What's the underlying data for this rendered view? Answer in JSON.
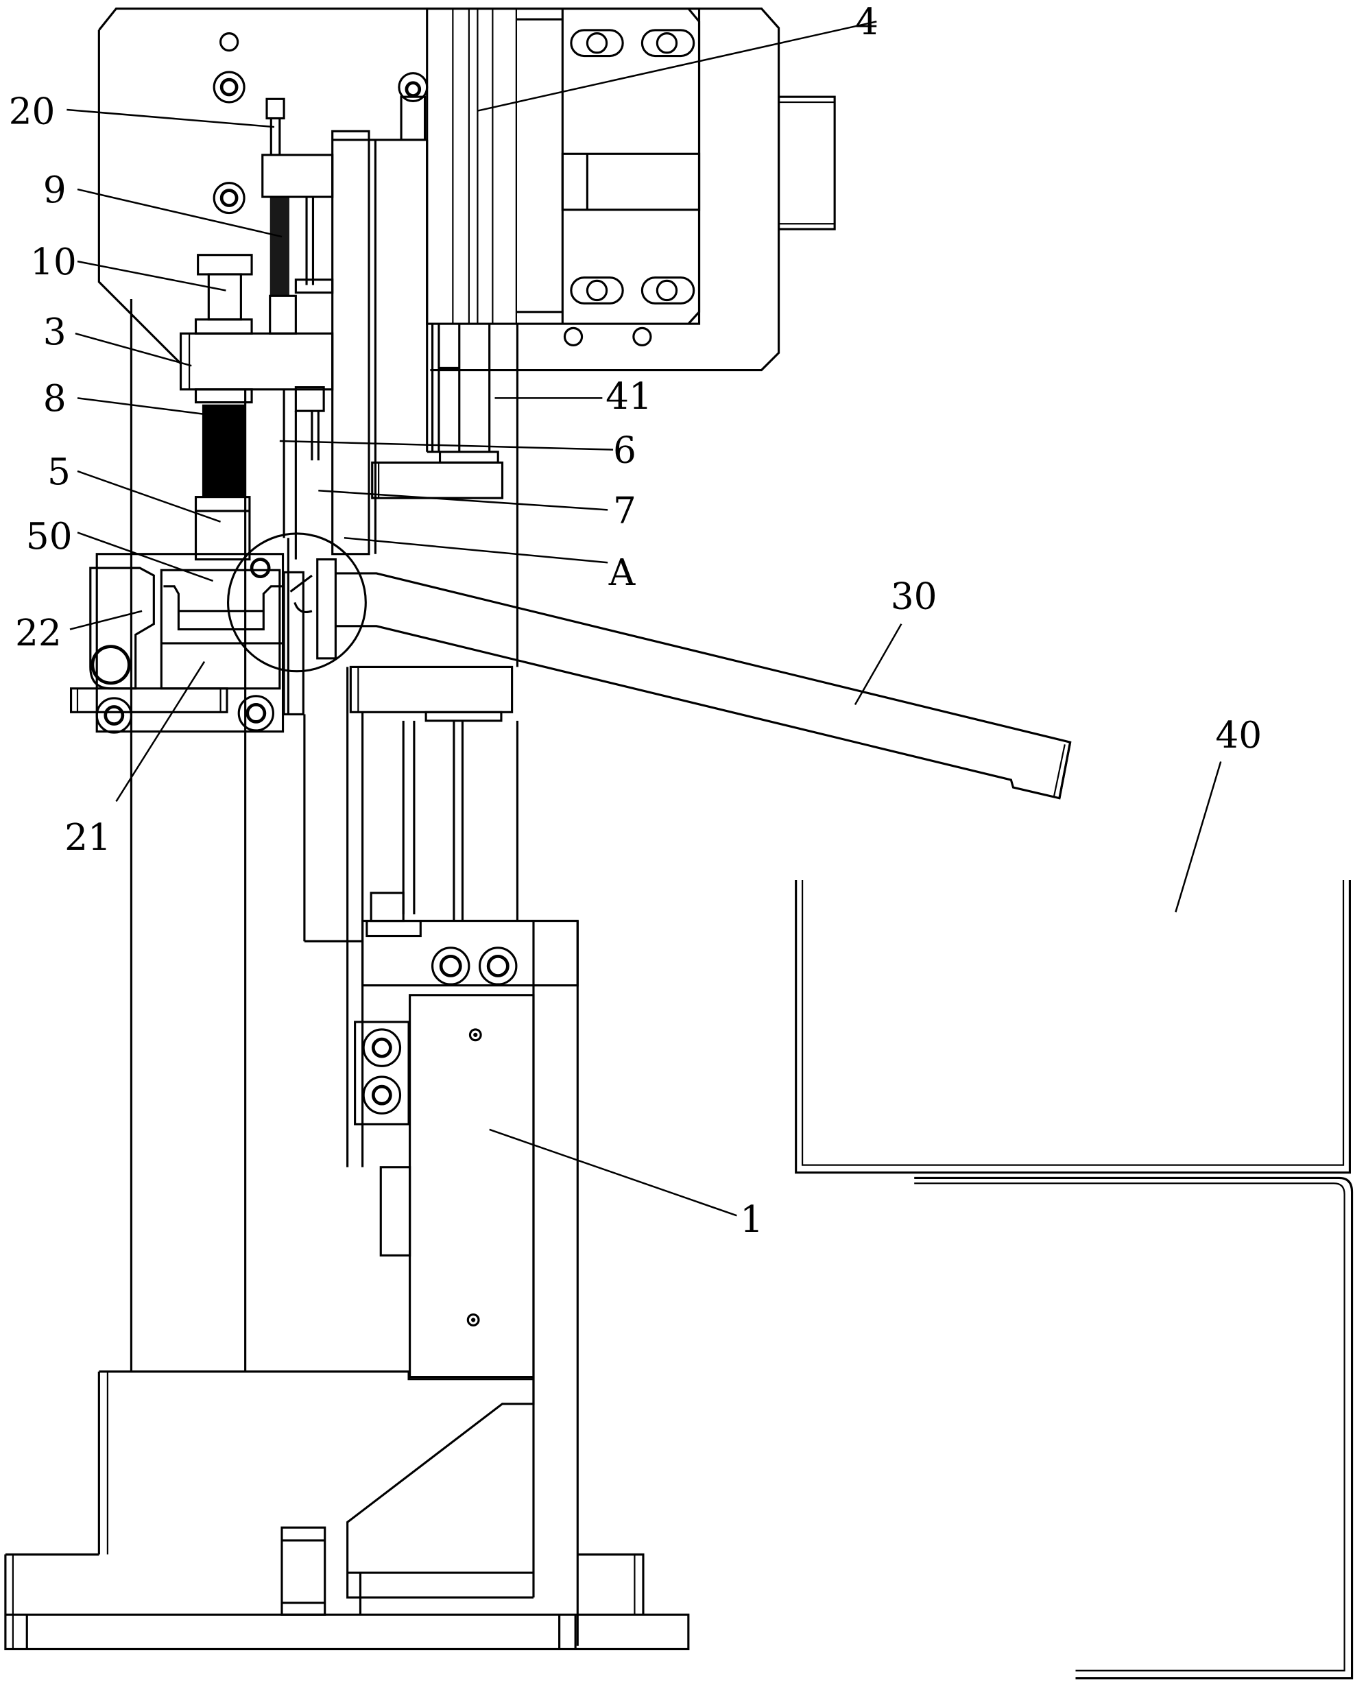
{
  "figure": {
    "type": "mechanical patent drawing",
    "line_color": "#000000",
    "background": "#ffffff"
  },
  "labels": {
    "l1": "1",
    "l3": "3",
    "l4": "4",
    "l5": "5",
    "l6": "6",
    "l7": "7",
    "l8": "8",
    "l9": "9",
    "l10": "10",
    "l20": "20",
    "l21": "21",
    "l22": "22",
    "l30": "30",
    "l40": "40",
    "l41": "41",
    "l50": "50",
    "lA": "A"
  }
}
